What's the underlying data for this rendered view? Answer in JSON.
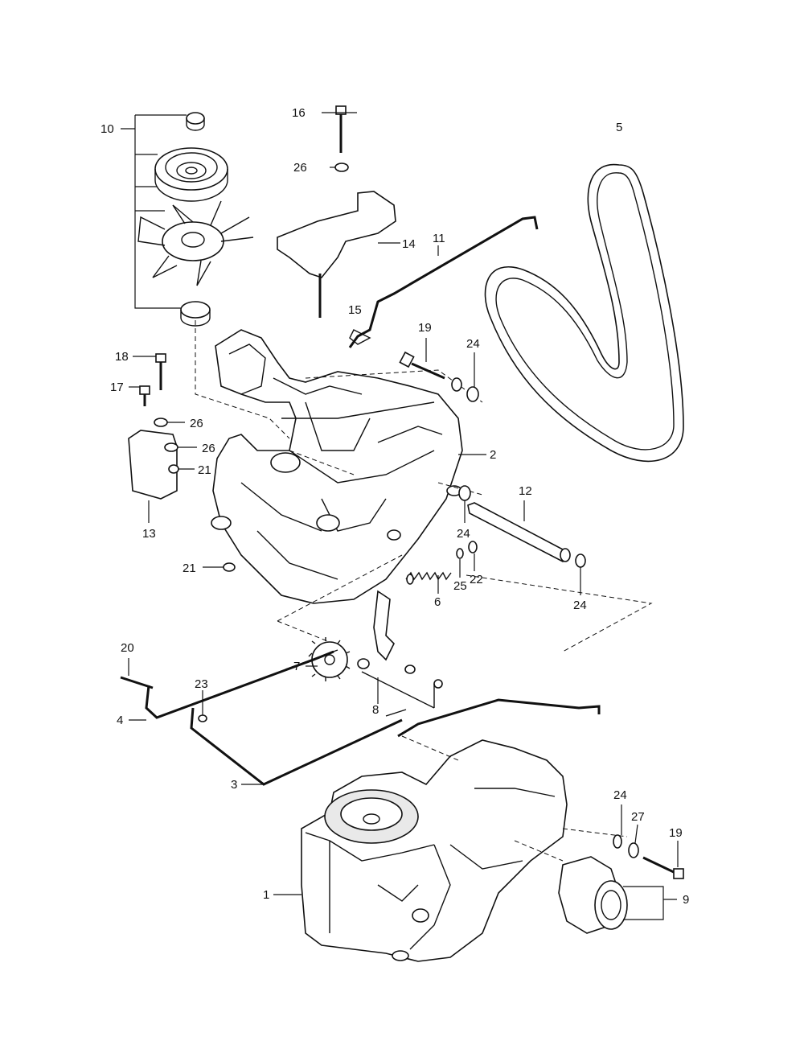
{
  "callouts": [
    {
      "id": "c1",
      "text": "1"
    },
    {
      "id": "c2",
      "text": "2"
    },
    {
      "id": "c3",
      "text": "3"
    },
    {
      "id": "c4",
      "text": "4"
    },
    {
      "id": "c5",
      "text": "5"
    },
    {
      "id": "c6",
      "text": "6"
    },
    {
      "id": "c7",
      "text": "7"
    },
    {
      "id": "c8",
      "text": "8"
    },
    {
      "id": "c9",
      "text": "9"
    },
    {
      "id": "c10",
      "text": "10"
    },
    {
      "id": "c11",
      "text": "11"
    },
    {
      "id": "c12",
      "text": "12"
    },
    {
      "id": "c13",
      "text": "13"
    },
    {
      "id": "c14",
      "text": "14"
    },
    {
      "id": "c15",
      "text": "15"
    },
    {
      "id": "c16",
      "text": "16"
    },
    {
      "id": "c17",
      "text": "17"
    },
    {
      "id": "c18",
      "text": "18"
    },
    {
      "id": "c19a",
      "text": "19"
    },
    {
      "id": "c19b",
      "text": "19"
    },
    {
      "id": "c20",
      "text": "20"
    },
    {
      "id": "c21a",
      "text": "21"
    },
    {
      "id": "c21b",
      "text": "21"
    },
    {
      "id": "c22",
      "text": "22"
    },
    {
      "id": "c23",
      "text": "23"
    },
    {
      "id": "c24a",
      "text": "24"
    },
    {
      "id": "c24b",
      "text": "24"
    },
    {
      "id": "c24c",
      "text": "24"
    },
    {
      "id": "c24d",
      "text": "24"
    },
    {
      "id": "c25",
      "text": "25"
    },
    {
      "id": "c26a",
      "text": "26"
    },
    {
      "id": "c26b",
      "text": "26"
    },
    {
      "id": "c26c",
      "text": "26"
    },
    {
      "id": "c27",
      "text": "27"
    }
  ]
}
